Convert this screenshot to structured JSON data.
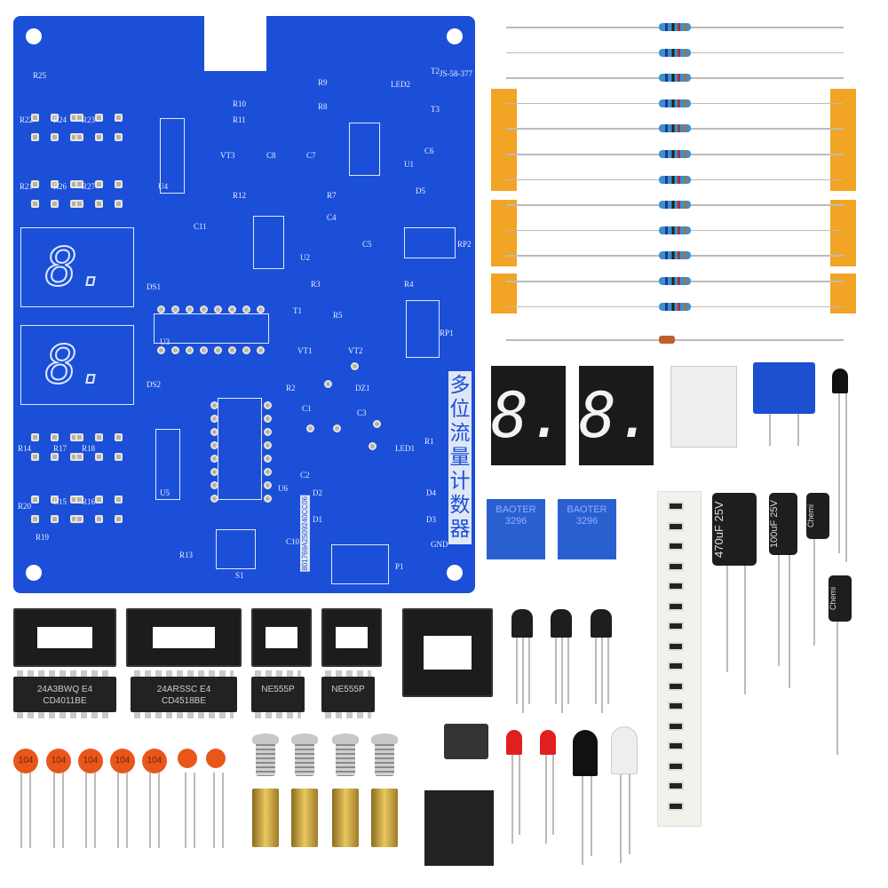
{
  "pcb": {
    "title": "多位流量计数器",
    "serial": "801769A2509240CC06",
    "labels": [
      "R25",
      "R22",
      "R24",
      "R23",
      "R21",
      "R26",
      "R27",
      "DS1",
      "DS2",
      "U4",
      "U3",
      "U5",
      "U2",
      "U1",
      "U6",
      "VT3",
      "VT1",
      "VT2",
      "R10",
      "R11",
      "R9",
      "R8",
      "R12",
      "R7",
      "R3",
      "R4",
      "R5",
      "R2",
      "R1",
      "C4",
      "C5",
      "C6",
      "C7",
      "C8",
      "C11",
      "C1",
      "C2",
      "C3",
      "C10",
      "D1",
      "D2",
      "D3",
      "D4",
      "D5",
      "DZ1",
      "T1",
      "T2",
      "T3",
      "RP1",
      "RP2",
      "S1",
      "P1",
      "LED1",
      "LED2",
      "R13",
      "R14",
      "R17",
      "R18",
      "R15",
      "R16",
      "R20",
      "R19",
      "GND",
      "JS-58-377"
    ]
  },
  "parts": {
    "ic1": "24A3BWQ E4\nCD4011BE",
    "ic2": "24ARSSC E4\nCD4518BE",
    "ic3": "NE555P",
    "ic4": "NE555P",
    "ceramic_cap_label": "104",
    "pot_label": "BAOTER\n3296",
    "cap_big": "470uF 25V",
    "cap_mid": "100uF 25V",
    "cap_small": "Chemi"
  },
  "colors": {
    "pcb": "#1b4fd8",
    "tape": "#f2a424",
    "ceramic": "#e8561a"
  }
}
